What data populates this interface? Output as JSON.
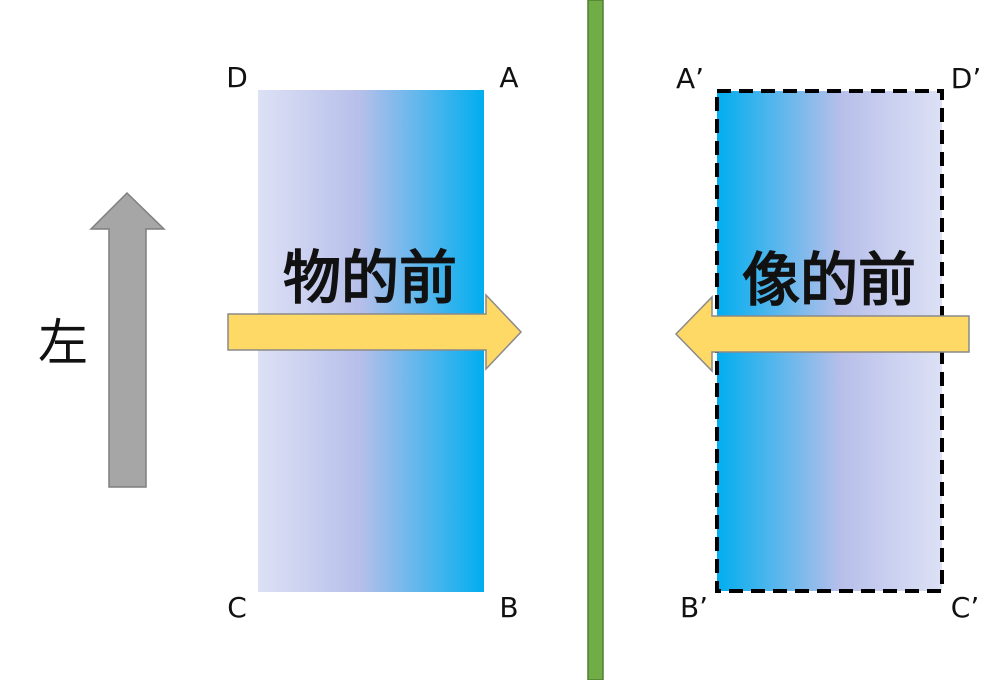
{
  "object": {
    "corners": {
      "top_left": "D",
      "top_right": "A",
      "bottom_left": "C",
      "bottom_right": "B"
    },
    "label": "物的前"
  },
  "image": {
    "corners": {
      "top_left": "A’",
      "top_right": "D’",
      "bottom_left": "B’",
      "bottom_right": "C’"
    },
    "label": "像的前"
  },
  "side_label": "左",
  "colors": {
    "mirror": "#70ad47",
    "mirror_edge": "#507e32",
    "arrow_fill": "#ffd966",
    "arrow_stroke": "#8a8a8a",
    "up_arrow": "#a6a6a6",
    "gradient_light": "#dce0f5",
    "gradient_mid": "#b4bde9",
    "gradient_blue": "#00b0f0"
  }
}
